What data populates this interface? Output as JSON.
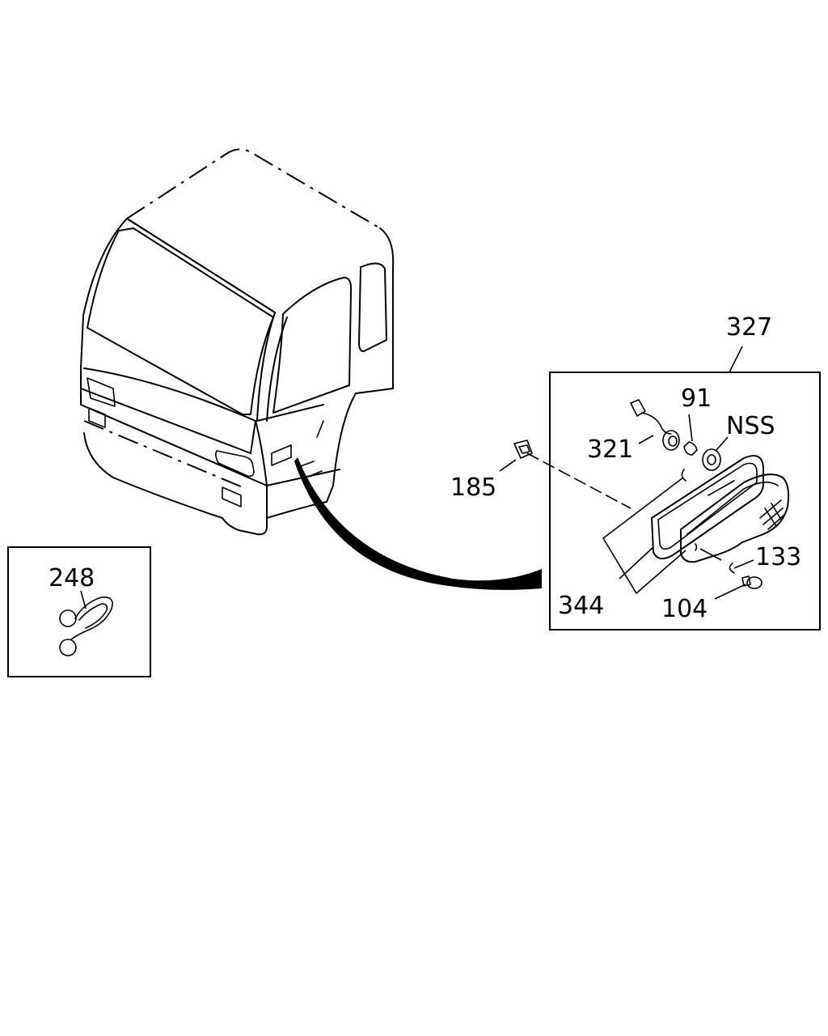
{
  "callouts": {
    "assembly": "327",
    "bulb": "91",
    "nss": "NSS",
    "socket": "321",
    "clip": "185",
    "screw_small": "133",
    "screw": "104",
    "lens": "344",
    "harness": "248"
  }
}
